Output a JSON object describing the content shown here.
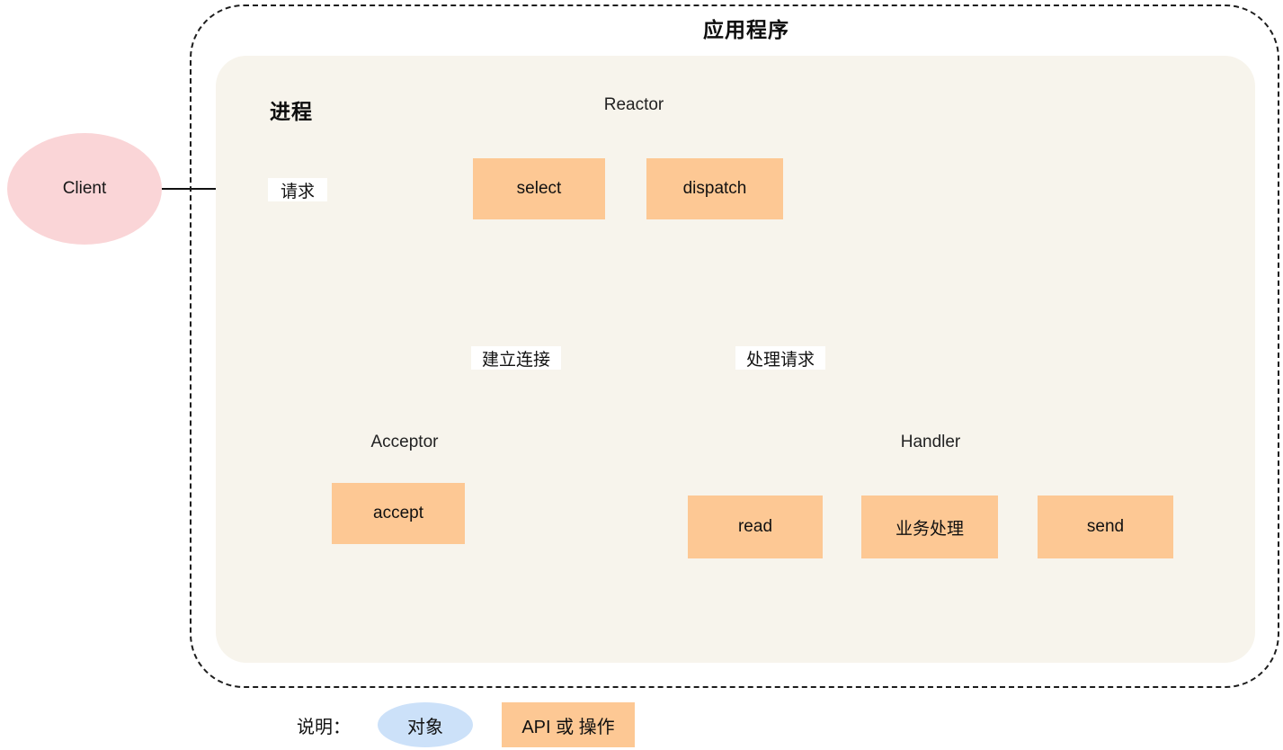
{
  "diagram": {
    "title": "应用程序",
    "process_label": "进程",
    "client": {
      "label": "Client"
    },
    "nodes": [
      {
        "id": "reactor",
        "title": "Reactor",
        "operations": [
          "select",
          "dispatch"
        ]
      },
      {
        "id": "acceptor",
        "title": "Acceptor",
        "operations": [
          "accept"
        ]
      },
      {
        "id": "handler",
        "title": "Handler",
        "operations": [
          "read",
          "业务处理",
          "send"
        ]
      }
    ],
    "operations": {
      "select": "select",
      "dispatch": "dispatch",
      "accept": "accept",
      "read": "read",
      "business": "业务处理",
      "send": "send"
    },
    "edges": [
      {
        "from": "client",
        "to": "reactor",
        "label": "请求"
      },
      {
        "from": "reactor",
        "to": "acceptor",
        "label": "建立连接"
      },
      {
        "from": "reactor",
        "to": "handler",
        "label": "处理请求"
      },
      {
        "from": "read",
        "to": "business",
        "label": ""
      },
      {
        "from": "business",
        "to": "send",
        "label": ""
      }
    ],
    "legend": {
      "caption": "说明：",
      "object_label": "对象",
      "api_label": "API 或 操作"
    },
    "colors": {
      "app_border": "#1d1d1d",
      "process_bg": "#f7f4ec",
      "object_ellipse": "#cce1f9",
      "client_ellipse": "#fad5d7",
      "api_box": "#fdc894",
      "arrow": "#111111",
      "page_bg": "#ffffff"
    }
  }
}
